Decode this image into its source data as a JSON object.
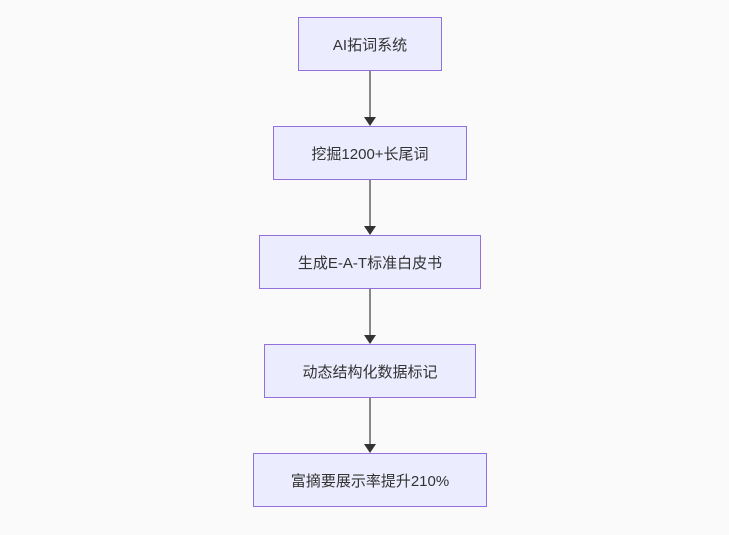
{
  "diagram": {
    "type": "flowchart",
    "direction": "top-down",
    "nodes": [
      {
        "id": "node-1",
        "label": "AI拓词系统"
      },
      {
        "id": "node-2",
        "label": "挖掘1200+长尾词"
      },
      {
        "id": "node-3",
        "label": "生成E-A-T标准白皮书"
      },
      {
        "id": "node-4",
        "label": "动态结构化数据标记"
      },
      {
        "id": "node-5",
        "label": "富摘要展示率提升210%"
      }
    ],
    "edges": [
      {
        "from": "node-1",
        "to": "node-2"
      },
      {
        "from": "node-2",
        "to": "node-3"
      },
      {
        "from": "node-3",
        "to": "node-4"
      },
      {
        "from": "node-4",
        "to": "node-5"
      }
    ],
    "colors": {
      "background": "#fafafa",
      "node_fill": "#ECECFF",
      "node_border": "#9370DB",
      "node_text": "#333333",
      "edge_line": "#888888",
      "arrowhead": "#333333"
    }
  }
}
